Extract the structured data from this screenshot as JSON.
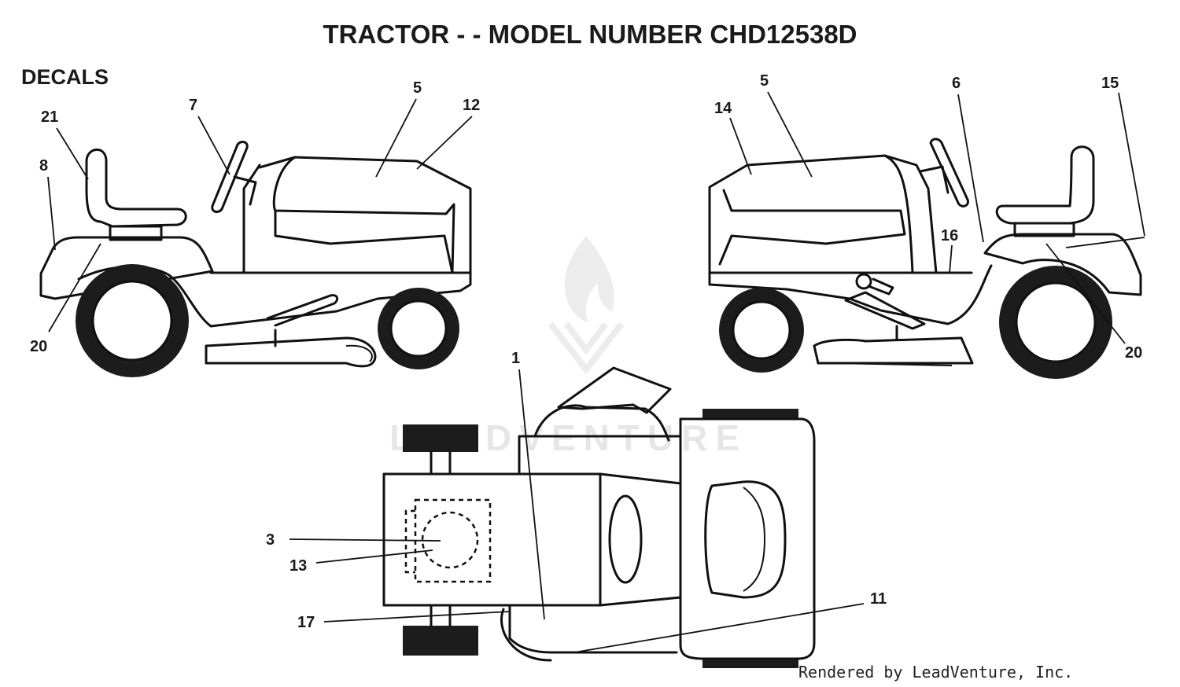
{
  "title": "TRACTOR - - MODEL NUMBER CHD12538D",
  "section_label": "DECALS",
  "callouts": {
    "left_view": [
      "21",
      "8",
      "7",
      "5",
      "12",
      "20"
    ],
    "right_view": [
      "14",
      "5",
      "6",
      "15",
      "16",
      "20"
    ],
    "top_view": [
      "1",
      "3",
      "13",
      "17",
      "11"
    ]
  },
  "watermark": "LEADVENTURE",
  "credit": "Rendered by LeadVenture, Inc."
}
